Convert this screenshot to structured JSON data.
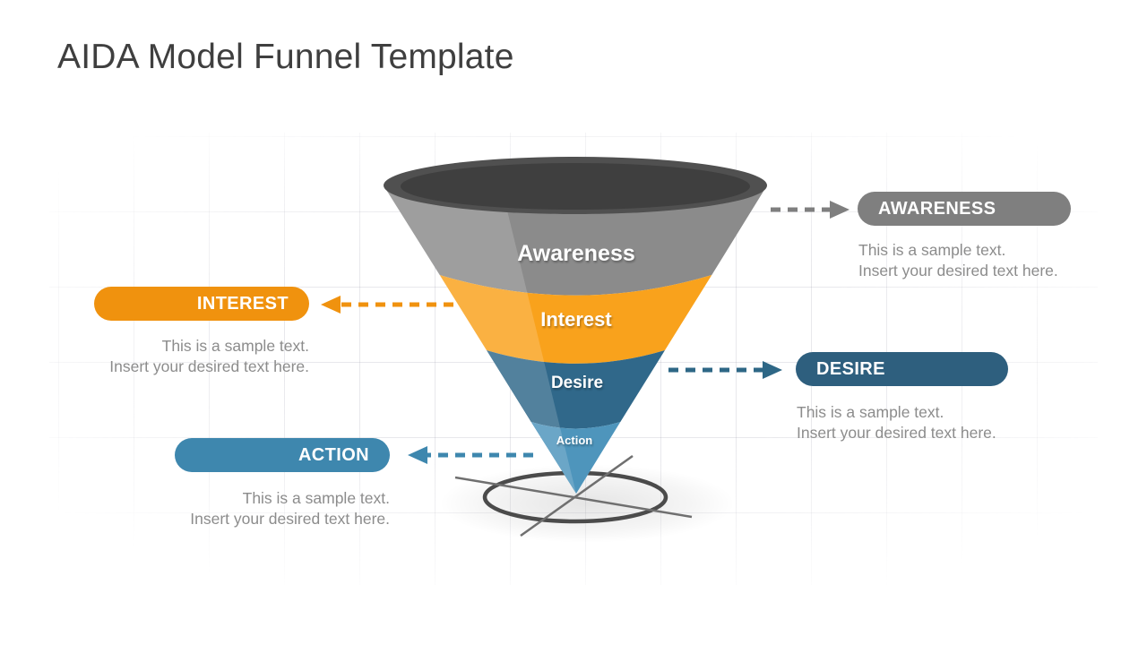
{
  "slide": {
    "title": "AIDA Model Funnel Template"
  },
  "funnel": {
    "stages": [
      {
        "label": "Awareness",
        "color": "#8B8B8B"
      },
      {
        "label": "Interest",
        "color": "#F9A21C"
      },
      {
        "label": "Desire",
        "color": "#30688A"
      },
      {
        "label": "Action",
        "color": "#4E95BC"
      }
    ],
    "rim_outer_color": "#505050",
    "rim_inner_color": "#3F3F3F",
    "base_ellipse_color": "#4B4B4B",
    "base_line_color": "#6F6F6F"
  },
  "callouts": [
    {
      "label": "AWARENESS",
      "side": "right",
      "color": "#7F7F7F",
      "arrow_color": "#7F7F7F",
      "line1": "This is a sample text.",
      "line2": "Insert your desired text here."
    },
    {
      "label": "INTEREST",
      "side": "left",
      "color": "#F0920E",
      "arrow_color": "#F0920E",
      "line1": "This is a sample text.",
      "line2": "Insert your desired text here."
    },
    {
      "label": "DESIRE",
      "side": "right",
      "color": "#2E5F7E",
      "arrow_color": "#2E6786",
      "line1": "This is a sample text.",
      "line2": "Insert your desired text here."
    },
    {
      "label": "ACTION",
      "side": "left",
      "color": "#3E87AE",
      "arrow_color": "#3E87AE",
      "line1": "This is a sample text.",
      "line2": "Insert your desired text here."
    }
  ]
}
